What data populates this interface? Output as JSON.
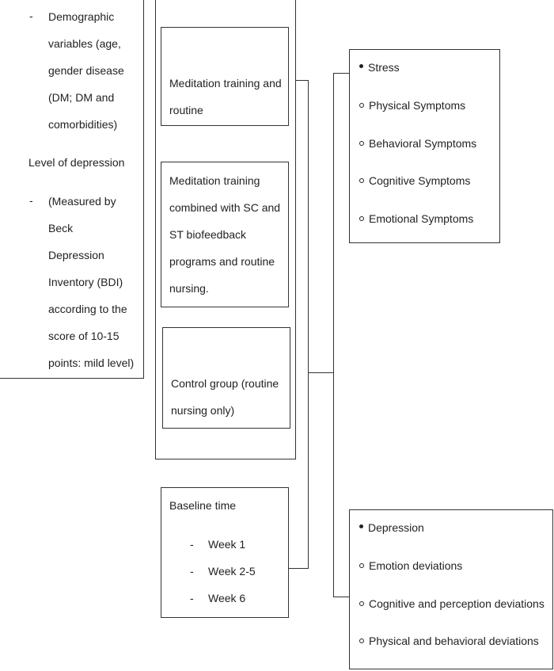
{
  "left_panel": {
    "bullet_dash": "-",
    "demographic_lines": [
      "Demographic",
      "variables (age,",
      "gender disease",
      "(DM; DM and",
      "comorbidities)"
    ],
    "depression_heading": "Level of depression",
    "measured_lines": [
      "(Measured by Beck",
      "Depression",
      "Inventory (BDI)",
      "according to the",
      "score of 10-15",
      "points: mild level)"
    ]
  },
  "interventions": {
    "meditation_lines": [
      "Meditation training and",
      "routine"
    ],
    "combined_lines": [
      "Meditation training",
      "combined with SC and",
      "ST biofeedback",
      "programs and routine",
      "nursing."
    ],
    "control_lines": [
      "Control group (routine",
      "nursing only)"
    ]
  },
  "timeline": {
    "title": "Baseline time",
    "dash": "-",
    "weeks": [
      "Week 1",
      "Week 2-5",
      "Week 6"
    ]
  },
  "stress_box": {
    "title": "Stress",
    "items": [
      "Physical Symptoms",
      "Behavioral Symptoms",
      "Cognitive Symptoms",
      "Emotional Symptoms"
    ]
  },
  "depression_box": {
    "title": "Depression",
    "items": [
      "Emotion deviations",
      "Cognitive and perception deviations",
      "Physical and behavioral deviations"
    ]
  }
}
